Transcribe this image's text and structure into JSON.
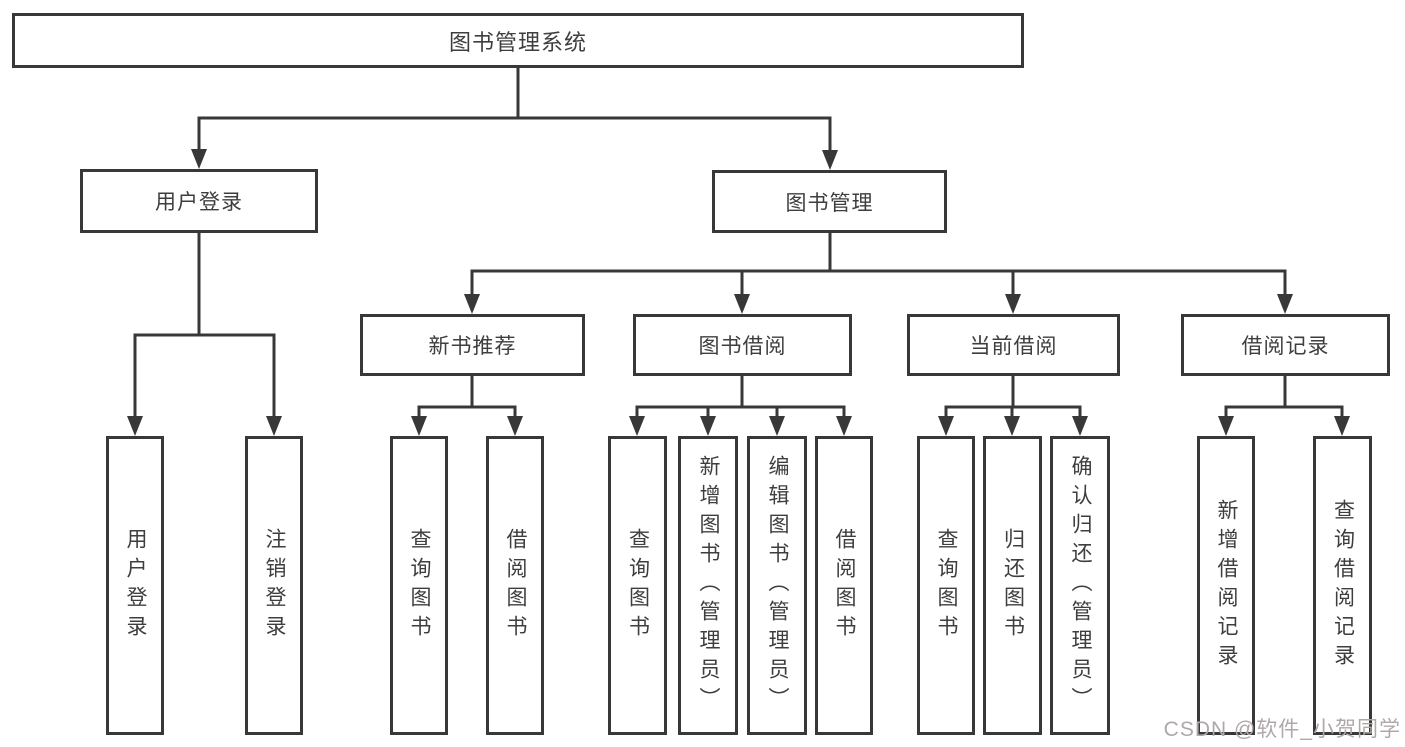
{
  "diagram": {
    "root": {
      "label": "图书管理系统"
    },
    "branches": [
      {
        "label": "用户登录",
        "children": [
          "用户登录",
          "注销登录"
        ]
      },
      {
        "label": "图书管理",
        "sections": [
          {
            "label": "新书推荐",
            "children": [
              "查询图书",
              "借阅图书"
            ]
          },
          {
            "label": "图书借阅",
            "children": [
              "查询图书",
              "新增图书（管理员）",
              "编辑图书（管理员）",
              "借阅图书"
            ]
          },
          {
            "label": "当前借阅",
            "children": [
              "查询图书",
              "归还图书",
              "确认归还（管理员）"
            ]
          },
          {
            "label": "借阅记录",
            "children": [
              "新增借阅记录",
              "查询借阅记录"
            ]
          }
        ]
      }
    ],
    "watermark": "CSDN @软件_小贺同学",
    "colors": {
      "line": "#383838",
      "text": "#3e3e3e",
      "background": "#ffffff",
      "watermark": "#b0a8a8"
    }
  }
}
